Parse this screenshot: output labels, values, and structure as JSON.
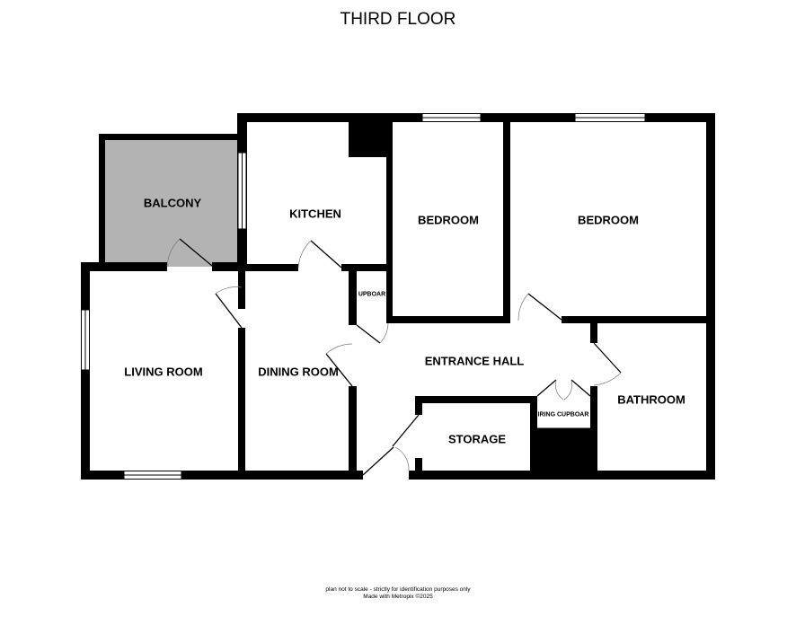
{
  "title": "THIRD FLOOR",
  "rooms": {
    "balcony": "BALCONY",
    "kitchen": "KITCHEN",
    "bedroom1": "BEDROOM",
    "bedroom2": "BEDROOM",
    "living_room": "LIVING ROOM",
    "dining_room": "DINING ROOM",
    "entrance_hall": "ENTRANCE HALL",
    "cupboard": "UPBOAR",
    "airing_cupboard": "IRING CUPBOAR",
    "storage": "STORAGE",
    "bathroom": "BATHROOM"
  },
  "footer": {
    "line1": "plan not to scale - strictly for identification purposes only",
    "line2": "Made with Metropix ©2025"
  },
  "colors": {
    "wall": "#000000",
    "balcony_fill": "#b3b3b3"
  }
}
